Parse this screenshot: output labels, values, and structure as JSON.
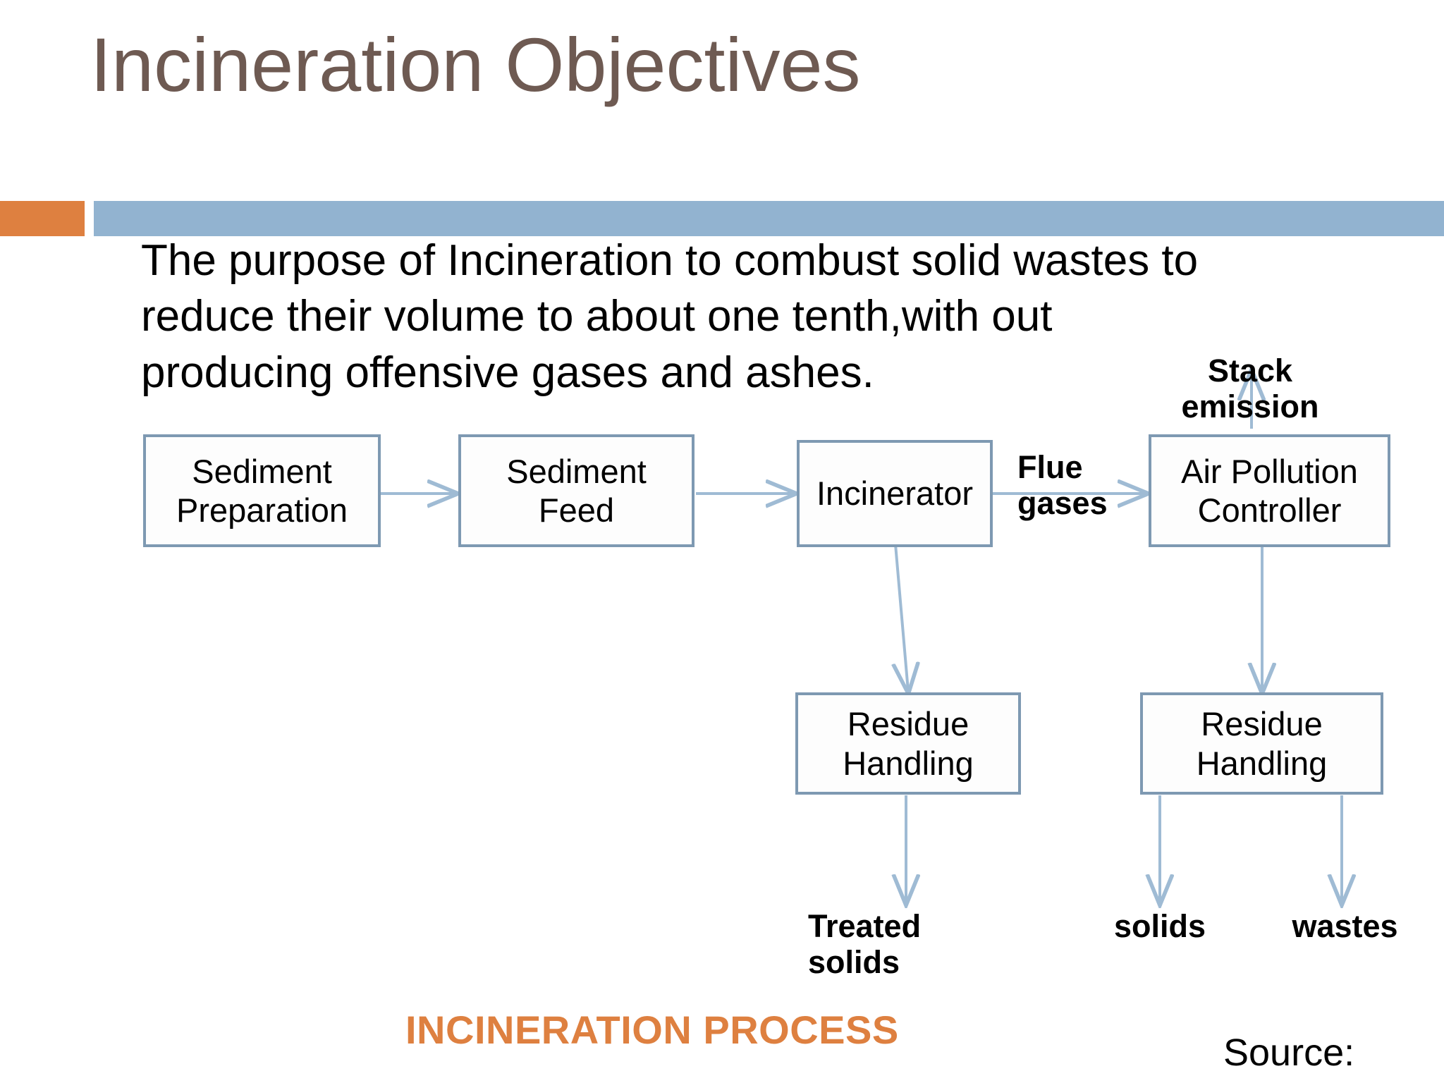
{
  "slide": {
    "title": "Incineration Objectives",
    "body_text": "The purpose of Incineration to combust solid wastes to reduce their volume to about one tenth,with out producing offensive gases and ashes.",
    "caption": "INCINERATION PROCESS",
    "source_label": "Source:",
    "colors": {
      "title": "#6E5A52",
      "accent_orange": "#DE8040",
      "accent_blue": "#92B3D0",
      "box_border": "#7E99B2",
      "connector": "#9FBBD4",
      "caption": "#DE8040"
    }
  },
  "flowchart": {
    "boxes": [
      {
        "id": "sediment-preparation",
        "label": "Sediment Preparation"
      },
      {
        "id": "sediment-feed",
        "label": "Sediment Feed"
      },
      {
        "id": "incinerator",
        "label": "Incinerator"
      },
      {
        "id": "air-pollution-controller",
        "label": "Air Pollution Controller"
      },
      {
        "id": "residue-handling-left",
        "label": "Residue Handling"
      },
      {
        "id": "residue-handling-right",
        "label": "Residue Handling"
      }
    ],
    "notes": [
      {
        "id": "stack-emission",
        "label": "Stack emission"
      },
      {
        "id": "flue-gases",
        "label": "Flue gases"
      },
      {
        "id": "treated-solids",
        "label": "Treated solids"
      },
      {
        "id": "solids",
        "label": "solids"
      },
      {
        "id": "wastes",
        "label": "wastes"
      }
    ]
  }
}
